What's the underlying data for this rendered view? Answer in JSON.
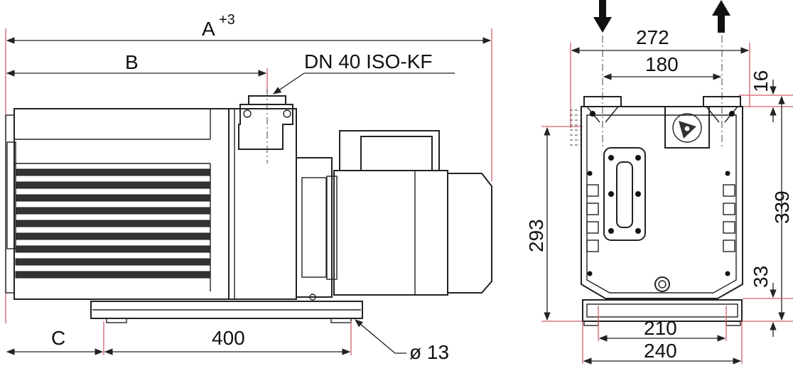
{
  "labels": {
    "overall_length": "A",
    "overall_length_tolerance": "+3",
    "flange_distance": "B",
    "flange": "DN 40 ISO-KF",
    "base_offset": "C",
    "base_length": "400",
    "hole_diameter": "ø 13",
    "width_total": "272",
    "port_spacing": "180",
    "port_height": "16",
    "total_height": "339",
    "body_height": "293",
    "foot_height": "33",
    "foot_inner_width": "210",
    "foot_outer_width": "240"
  },
  "colors": {
    "dimension_line": "#d0606d",
    "outline": "#222222"
  },
  "icons": {
    "inlet": "arrow-down-icon",
    "outlet": "arrow-up-icon"
  }
}
